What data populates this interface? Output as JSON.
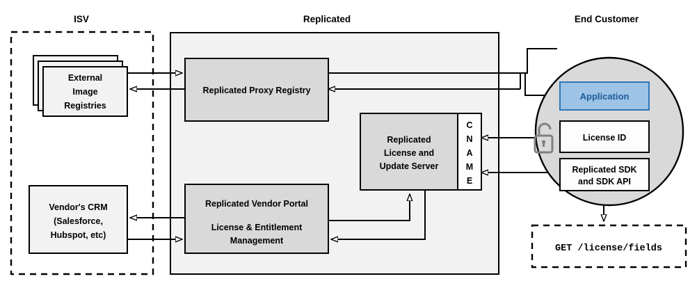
{
  "diagram": {
    "title_zones": [
      {
        "id": "isv",
        "label": "ISV"
      },
      {
        "id": "replicated",
        "label": "Replicated"
      },
      {
        "id": "end_customer",
        "label": "End Customer"
      }
    ],
    "isv": {
      "registries": {
        "line1": "External",
        "line2": "Image",
        "line3": "Registries"
      },
      "crm": {
        "line1": "Vendor's CRM",
        "line2": "(Salesforce,",
        "line3": "Hubspot, etc)"
      }
    },
    "replicated": {
      "proxy_registry": {
        "label": "Replicated Proxy Registry"
      },
      "license_server": {
        "line1": "Replicated",
        "line2": "License and",
        "line3": "Update Server"
      },
      "cname": {
        "label": "CNAME",
        "letters": [
          "C",
          "N",
          "A",
          "M",
          "E"
        ]
      },
      "vendor_portal": {
        "line1": "Replicated Vendor Portal",
        "line2": "License & Entitlement",
        "line3": "Management"
      }
    },
    "end_customer": {
      "application": {
        "label": "Application"
      },
      "license_id": {
        "label": "License ID"
      },
      "sdk": {
        "line1": "Replicated SDK",
        "line2": "and SDK API"
      },
      "lock_icon": "unlocked-padlock-icon"
    },
    "api_call": {
      "label": "GET /license/fields"
    },
    "colors": {
      "zone_fill": "#f2f2f2",
      "component_fill": "#d9d9d9",
      "stack_fill": "#f2f2f2",
      "circle_fill": "#d9d9d9",
      "application_fill": "#9dc3e6",
      "application_stroke": "#2e75b6",
      "application_text": "#1f5c99",
      "lock_stroke": "#808080",
      "line": "#000000",
      "background": "#ffffff"
    }
  }
}
